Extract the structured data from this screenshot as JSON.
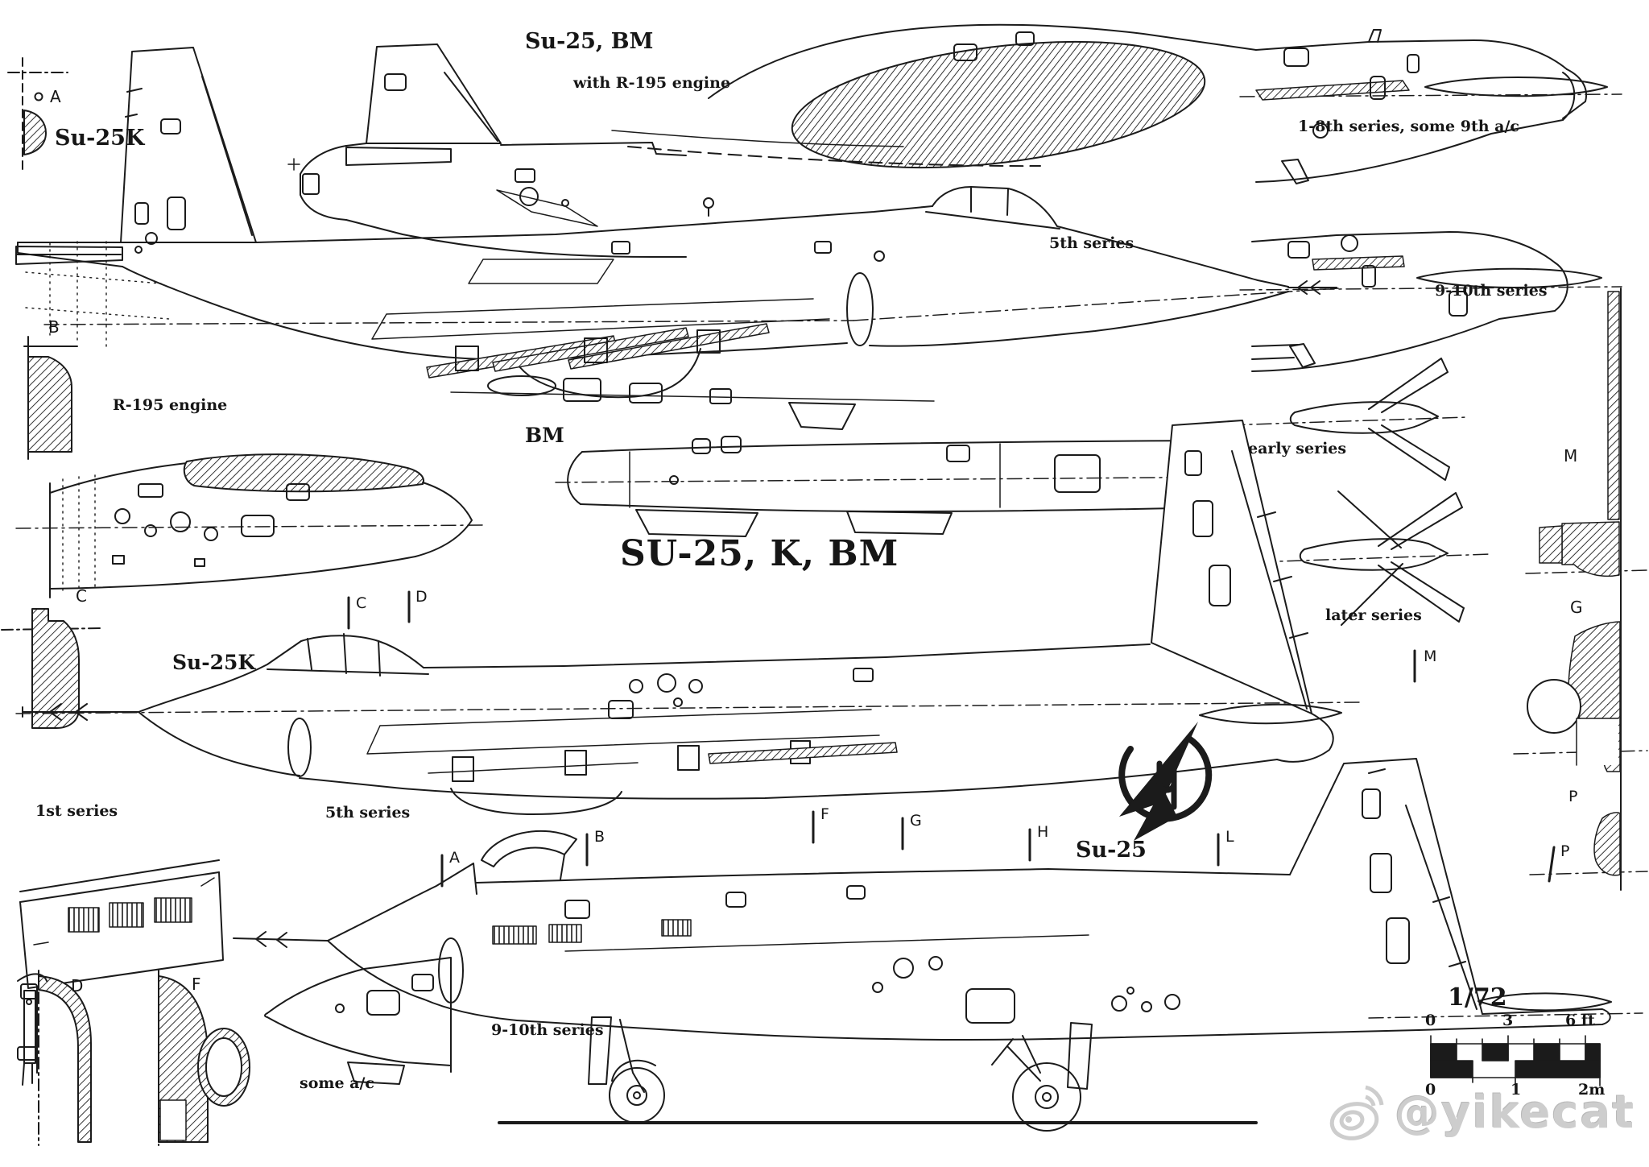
{
  "title": "SU-25, K, BM",
  "variants": {
    "su25k_top": "Su-25K",
    "su25bm_top": "Su-25, BM",
    "bm_mid": "BM",
    "su25k_mid": "Su-25K",
    "su25_bottom": "Su-25"
  },
  "annotations": {
    "engine_top": "with R-195 engine",
    "engine_left": "R-195 engine",
    "series_1_8": "1-8th series, some 9th a/c",
    "series_5_upper": "5th series",
    "series_9_10_upper": "9-10th series",
    "series_early": "early series",
    "series_later": "later series",
    "series_1st": "1st series",
    "series_5_lower": "5th series",
    "series_9_10_lower": "9-10th series",
    "some_ac": "some a/c"
  },
  "marks": {
    "a_left": "A",
    "b_left": "B",
    "c_left": "C",
    "c_datum": "C",
    "d_datum": "D",
    "a_datum": "A",
    "b_datum": "B",
    "f_datum": "F",
    "g_datum": "G",
    "h_datum": "H",
    "l_datum": "L",
    "m_datum": "M",
    "m_right": "M",
    "g_right": "G",
    "p_upper": "P",
    "p_lower": "P",
    "d_section": "D",
    "f_section": "F"
  },
  "scale_bar": {
    "ratio": "1/72",
    "ft_labels": [
      "0",
      "3",
      "6 ft"
    ],
    "m_labels": [
      "0",
      "1",
      "2m"
    ]
  },
  "watermark": "@yikecat",
  "colors": {
    "ink": "#1b1b1b",
    "paper": "#ffffff",
    "watermark": "#cccccc"
  }
}
